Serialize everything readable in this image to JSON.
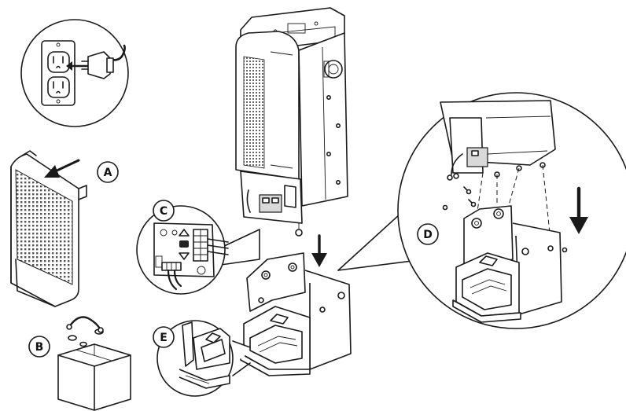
{
  "callouts": {
    "a": "A",
    "b": "B",
    "c": "C",
    "d": "D",
    "e": "E"
  }
}
